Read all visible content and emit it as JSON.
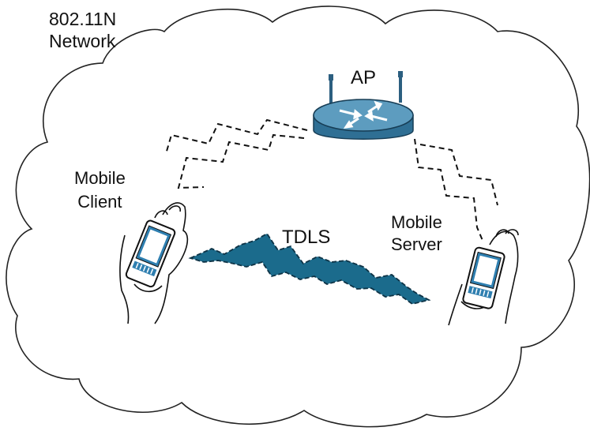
{
  "network": {
    "line1": "802.11N",
    "line2": "Network"
  },
  "access_point": {
    "label": "AP"
  },
  "mobile_client": {
    "line1": "Mobile",
    "line2": "Client"
  },
  "mobile_server": {
    "line1": "Mobile",
    "line2": "Server"
  },
  "link": {
    "label": "TDLS"
  },
  "colors": {
    "link_fill": "#1b6b8c",
    "router_top": "#5d9cbf",
    "router_side": "#2f6f94",
    "device": "#2f7fb0"
  }
}
